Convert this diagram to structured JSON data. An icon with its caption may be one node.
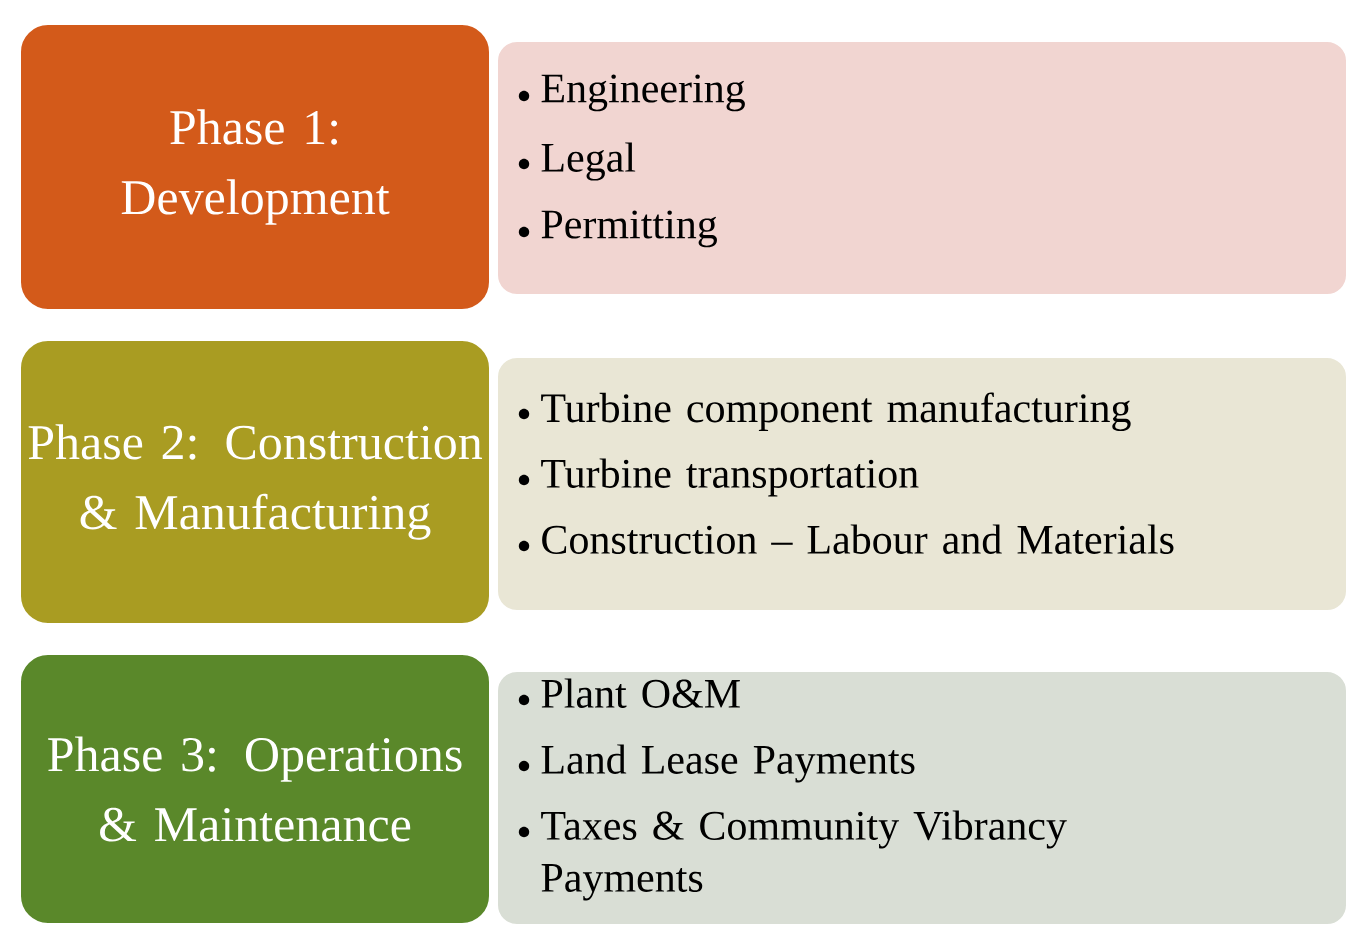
{
  "diagram": {
    "nodes": [
      {
        "text": [
          "Phase 1: Development"
        ]
      },
      {
        "text": [
          "Engineering",
          "Legal",
          "Permitting"
        ]
      },
      {
        "text": [
          "Phase 2: Construction & Manufacturing"
        ]
      },
      {
        "text": [
          "Turbine component manufacturing",
          "Turbine transportation",
          "Construction – Labour and Materials"
        ]
      },
      {
        "text": [
          "Phase 3: Operations & Maintenance"
        ]
      },
      {
        "text": [
          "Plant O&M",
          "Land Lease Payments",
          "Taxes & Community Vibrancy Payments"
        ]
      }
    ]
  }
}
